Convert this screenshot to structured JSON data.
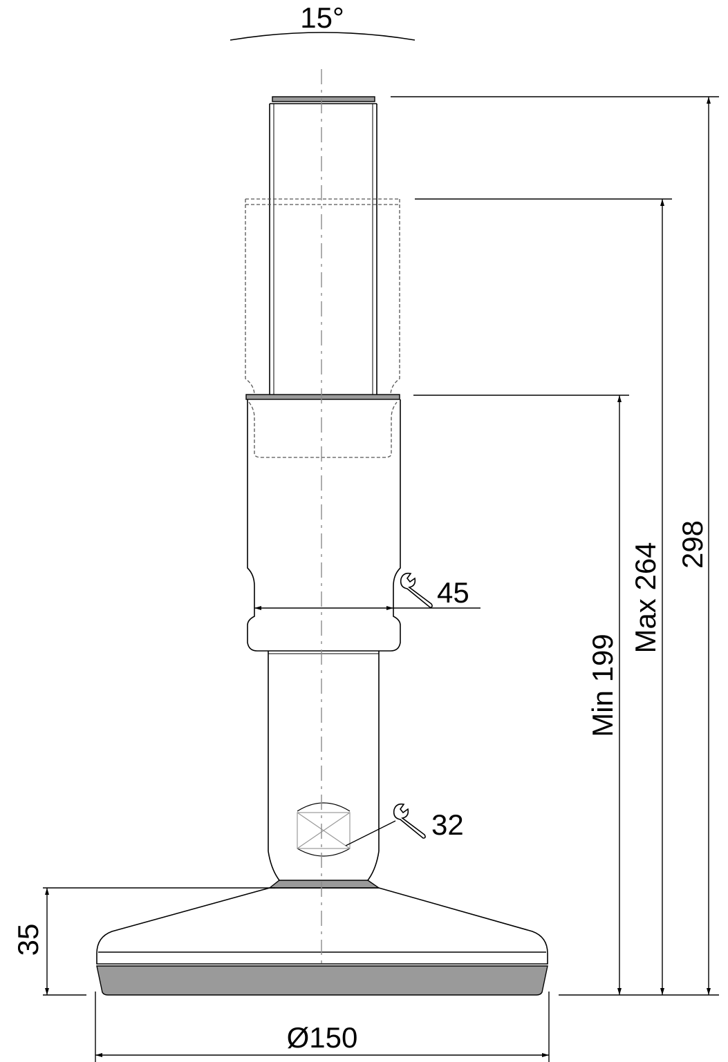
{
  "dimensions": {
    "angle": "15°",
    "total_height": "298",
    "max_height": "Max 264",
    "min_height": "Min 199",
    "base_height": "35",
    "base_diameter": "Ø150"
  },
  "wrench_sizes": {
    "upper": "45",
    "lower": "32"
  },
  "icons": [
    "wrench-icon"
  ],
  "colors": {
    "line": "#000000",
    "base_pad": "#9a9a9a",
    "centerline": "#8a8a8a",
    "hidden_line": "#555555"
  }
}
